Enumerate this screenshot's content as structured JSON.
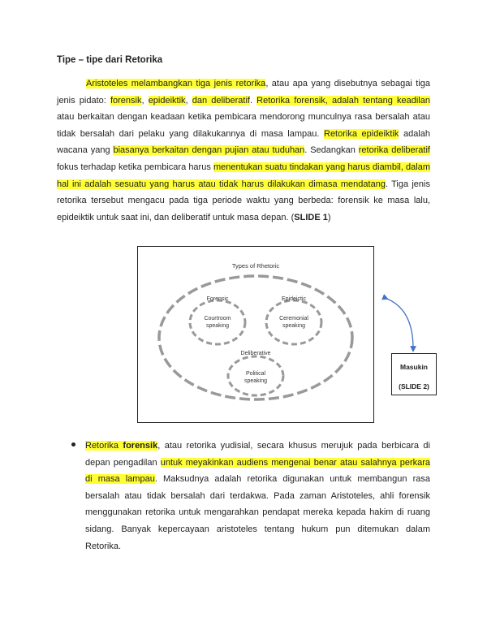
{
  "heading": "Tipe – tipe dari Retorika",
  "para1": {
    "s01": "Aristoteles melambangkan tiga jenis retorika",
    "s02": ", atau apa yang disebutnya sebagai tiga jenis pidato: ",
    "s03": "forensik",
    "s04": ", ",
    "s05": "epideiktik",
    "s06": ", ",
    "s07": "dan deliberatif",
    "s08": ". ",
    "s09": "Retorika forensik, adalah tentang keadilan",
    "s10": " atau berkaitan dengan keadaan ketika pembicara mendorong munculnya rasa bersalah atau tidak bersalah dari pelaku yang dilakukannya di masa lampau. ",
    "s11": "Retorika epideiktik",
    "s12": " adalah wacana yang ",
    "s13": "biasanya berkaitan dengan pujian atau tuduhan",
    "s14": ". Sedangkan ",
    "s15": "retorika deliberatif",
    "s16": " fokus terhadap  ketika pembicara harus ",
    "s17": "menentukan suatu tindakan yang harus diambil, dalam hal ini adalah sesuatu yang harus atau tidak harus dilakukan dimasa mendatang",
    "s18": ". Tiga jenis retorika tersebut mengacu pada tiga periode waktu yang berbeda: forensik ke masa lalu, epideiktik untuk saat ini, dan deliberatif untuk masa depan. (",
    "s19": "SLIDE 1",
    "s20": ")"
  },
  "figure": {
    "title": "Types of Rhetoric",
    "forensic_label": "Forensic",
    "forensic_inner_1": "Courtroom",
    "forensic_inner_2": "speaking",
    "epideictic_label": "Epideictic",
    "epideictic_inner_1": "Ceremonial",
    "epideictic_inner_2": "speaking",
    "deliberative_label": "Deliberative",
    "deliberative_inner_1": "Political",
    "deliberative_inner_2": "speaking"
  },
  "side_box": {
    "line1": "Masukin",
    "line2": "(SLIDE 2)"
  },
  "bullet1": {
    "s01": "Retorika ",
    "s02": "forensik",
    "s03": ", atau retorika yudisial, secara khusus merujuk pada berbicara di depan pengadilan ",
    "s04": "untuk meyakinkan audiens mengenai benar atau salahnya perkara di masa lampau",
    "s05": ". Maksudnya adalah retorika digunakan untuk membangun rasa bersalah atau tidak bersalah dari terdakwa. Pada zaman Aristoteles, ahli forensik menggunakan retorika untuk mengarahkan pendapat mereka kepada hakim di ruang sidang. Banyak kepercayaan aristoteles tentang hukum pun ditemukan dalam Retorika."
  },
  "colors": {
    "highlight": "#ffff33",
    "arrow": "#4472c4"
  }
}
